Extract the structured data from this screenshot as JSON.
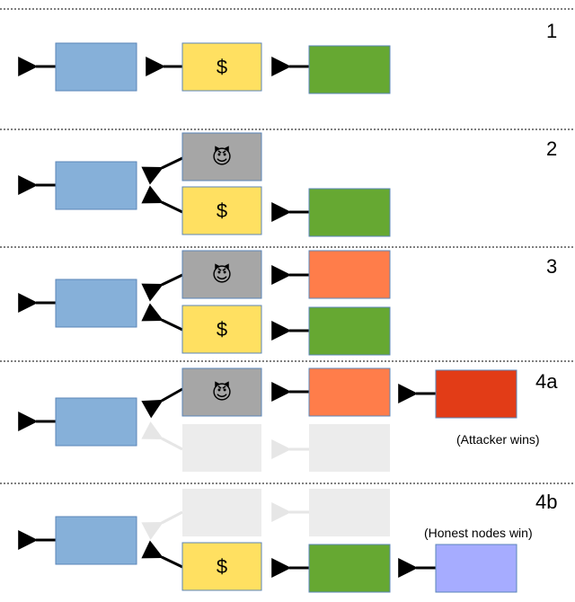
{
  "colors": {
    "genesis": "#86b0d9",
    "honest_tx": "#ffe061",
    "honest_chain": "#66a832",
    "attacker_tx": "#a6a6a6",
    "attacker_chain": "#ff7d4a",
    "attacker_final": "#e23c17",
    "honest_final": "#a6acff",
    "ghost": "#ececec",
    "block_border": "#5b86b8"
  },
  "icons": {
    "dollar": "$",
    "devil": "😈"
  },
  "panels": [
    {
      "label": "1"
    },
    {
      "label": "2"
    },
    {
      "label": "3"
    },
    {
      "label": "4a",
      "note": "(Attacker wins)"
    },
    {
      "label": "4b",
      "note": "(Honest nodes win)"
    }
  ]
}
